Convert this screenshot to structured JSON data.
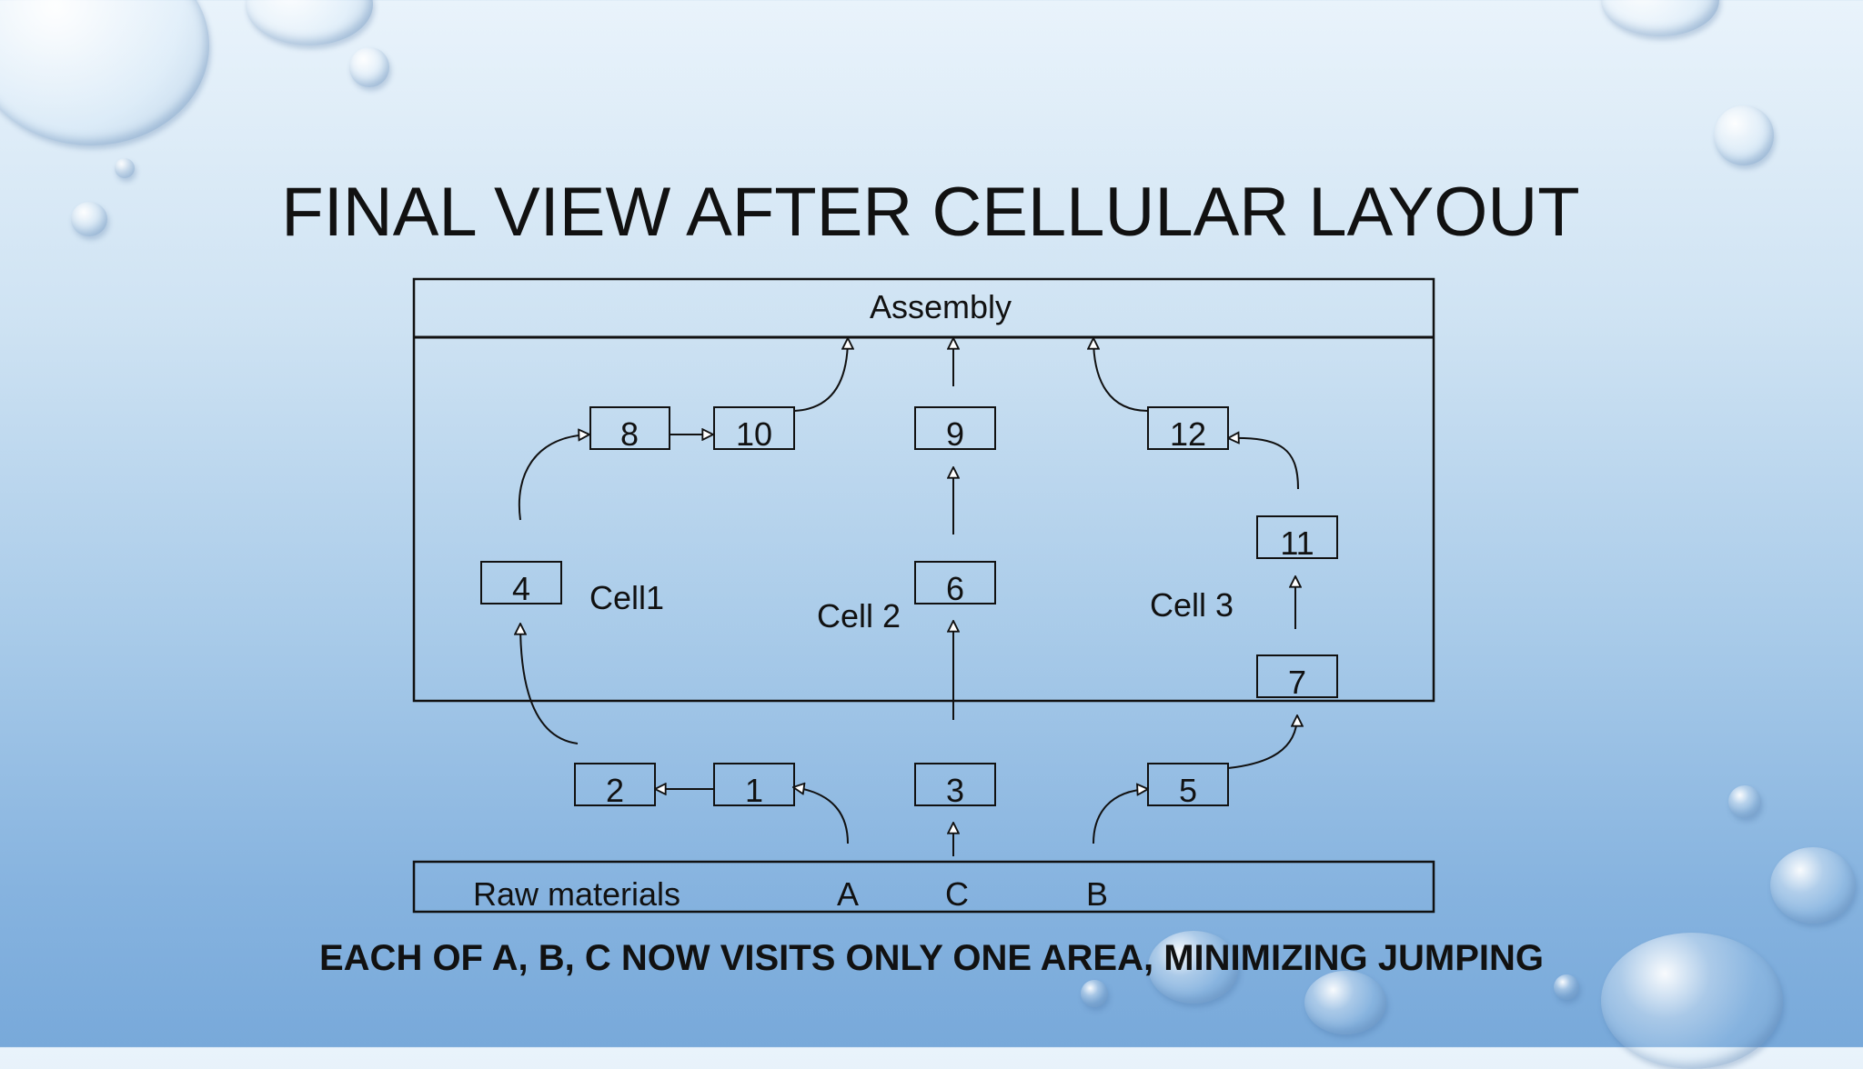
{
  "title": "FINAL VIEW AFTER CELLULAR LAYOUT",
  "caption": "EACH OF A, B, C NOW VISITS ONLY ONE AREA, MINIMIZING JUMPING",
  "diagram": {
    "assembly_label": "Assembly",
    "raw_materials_label": "Raw materials",
    "material_a": "A",
    "material_c": "C",
    "material_b": "B",
    "cell1_label": "Cell1",
    "cell2_label": "Cell 2",
    "cell3_label": "Cell 3",
    "machines": [
      "1",
      "2",
      "3",
      "4",
      "5",
      "6",
      "7",
      "8",
      "9",
      "10",
      "11",
      "12"
    ]
  }
}
